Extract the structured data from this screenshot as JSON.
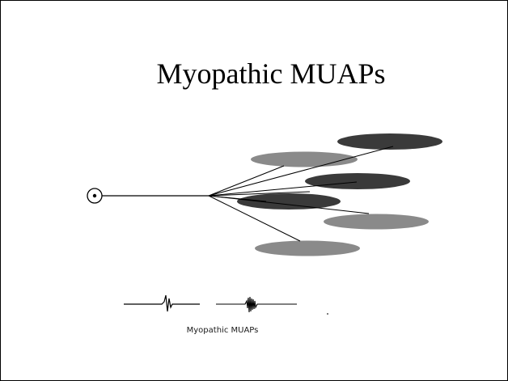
{
  "slide": {
    "title": "Myopathic MUAPs",
    "caption": "Myopathic MUAPs"
  },
  "diagram": {
    "motor_neuron_icon": "circled-dot-icon",
    "muscle_fibers": [
      {
        "name": "fiber-1",
        "color": "#3a3a3a"
      },
      {
        "name": "fiber-2",
        "color": "#8a8a8a"
      },
      {
        "name": "fiber-3",
        "color": "#3a3a3a"
      },
      {
        "name": "fiber-4",
        "color": "#3a3a3a"
      },
      {
        "name": "fiber-5",
        "color": "#8a8a8a"
      },
      {
        "name": "fiber-6",
        "color": "#8a8a8a"
      }
    ],
    "waveforms": [
      {
        "name": "normal-muap-waveform"
      },
      {
        "name": "myopathic-muap-waveform"
      }
    ]
  },
  "colors": {
    "dark_fiber": "#3a3a3a",
    "light_fiber": "#8a8a8a",
    "line": "#000000",
    "background": "#ffffff"
  }
}
